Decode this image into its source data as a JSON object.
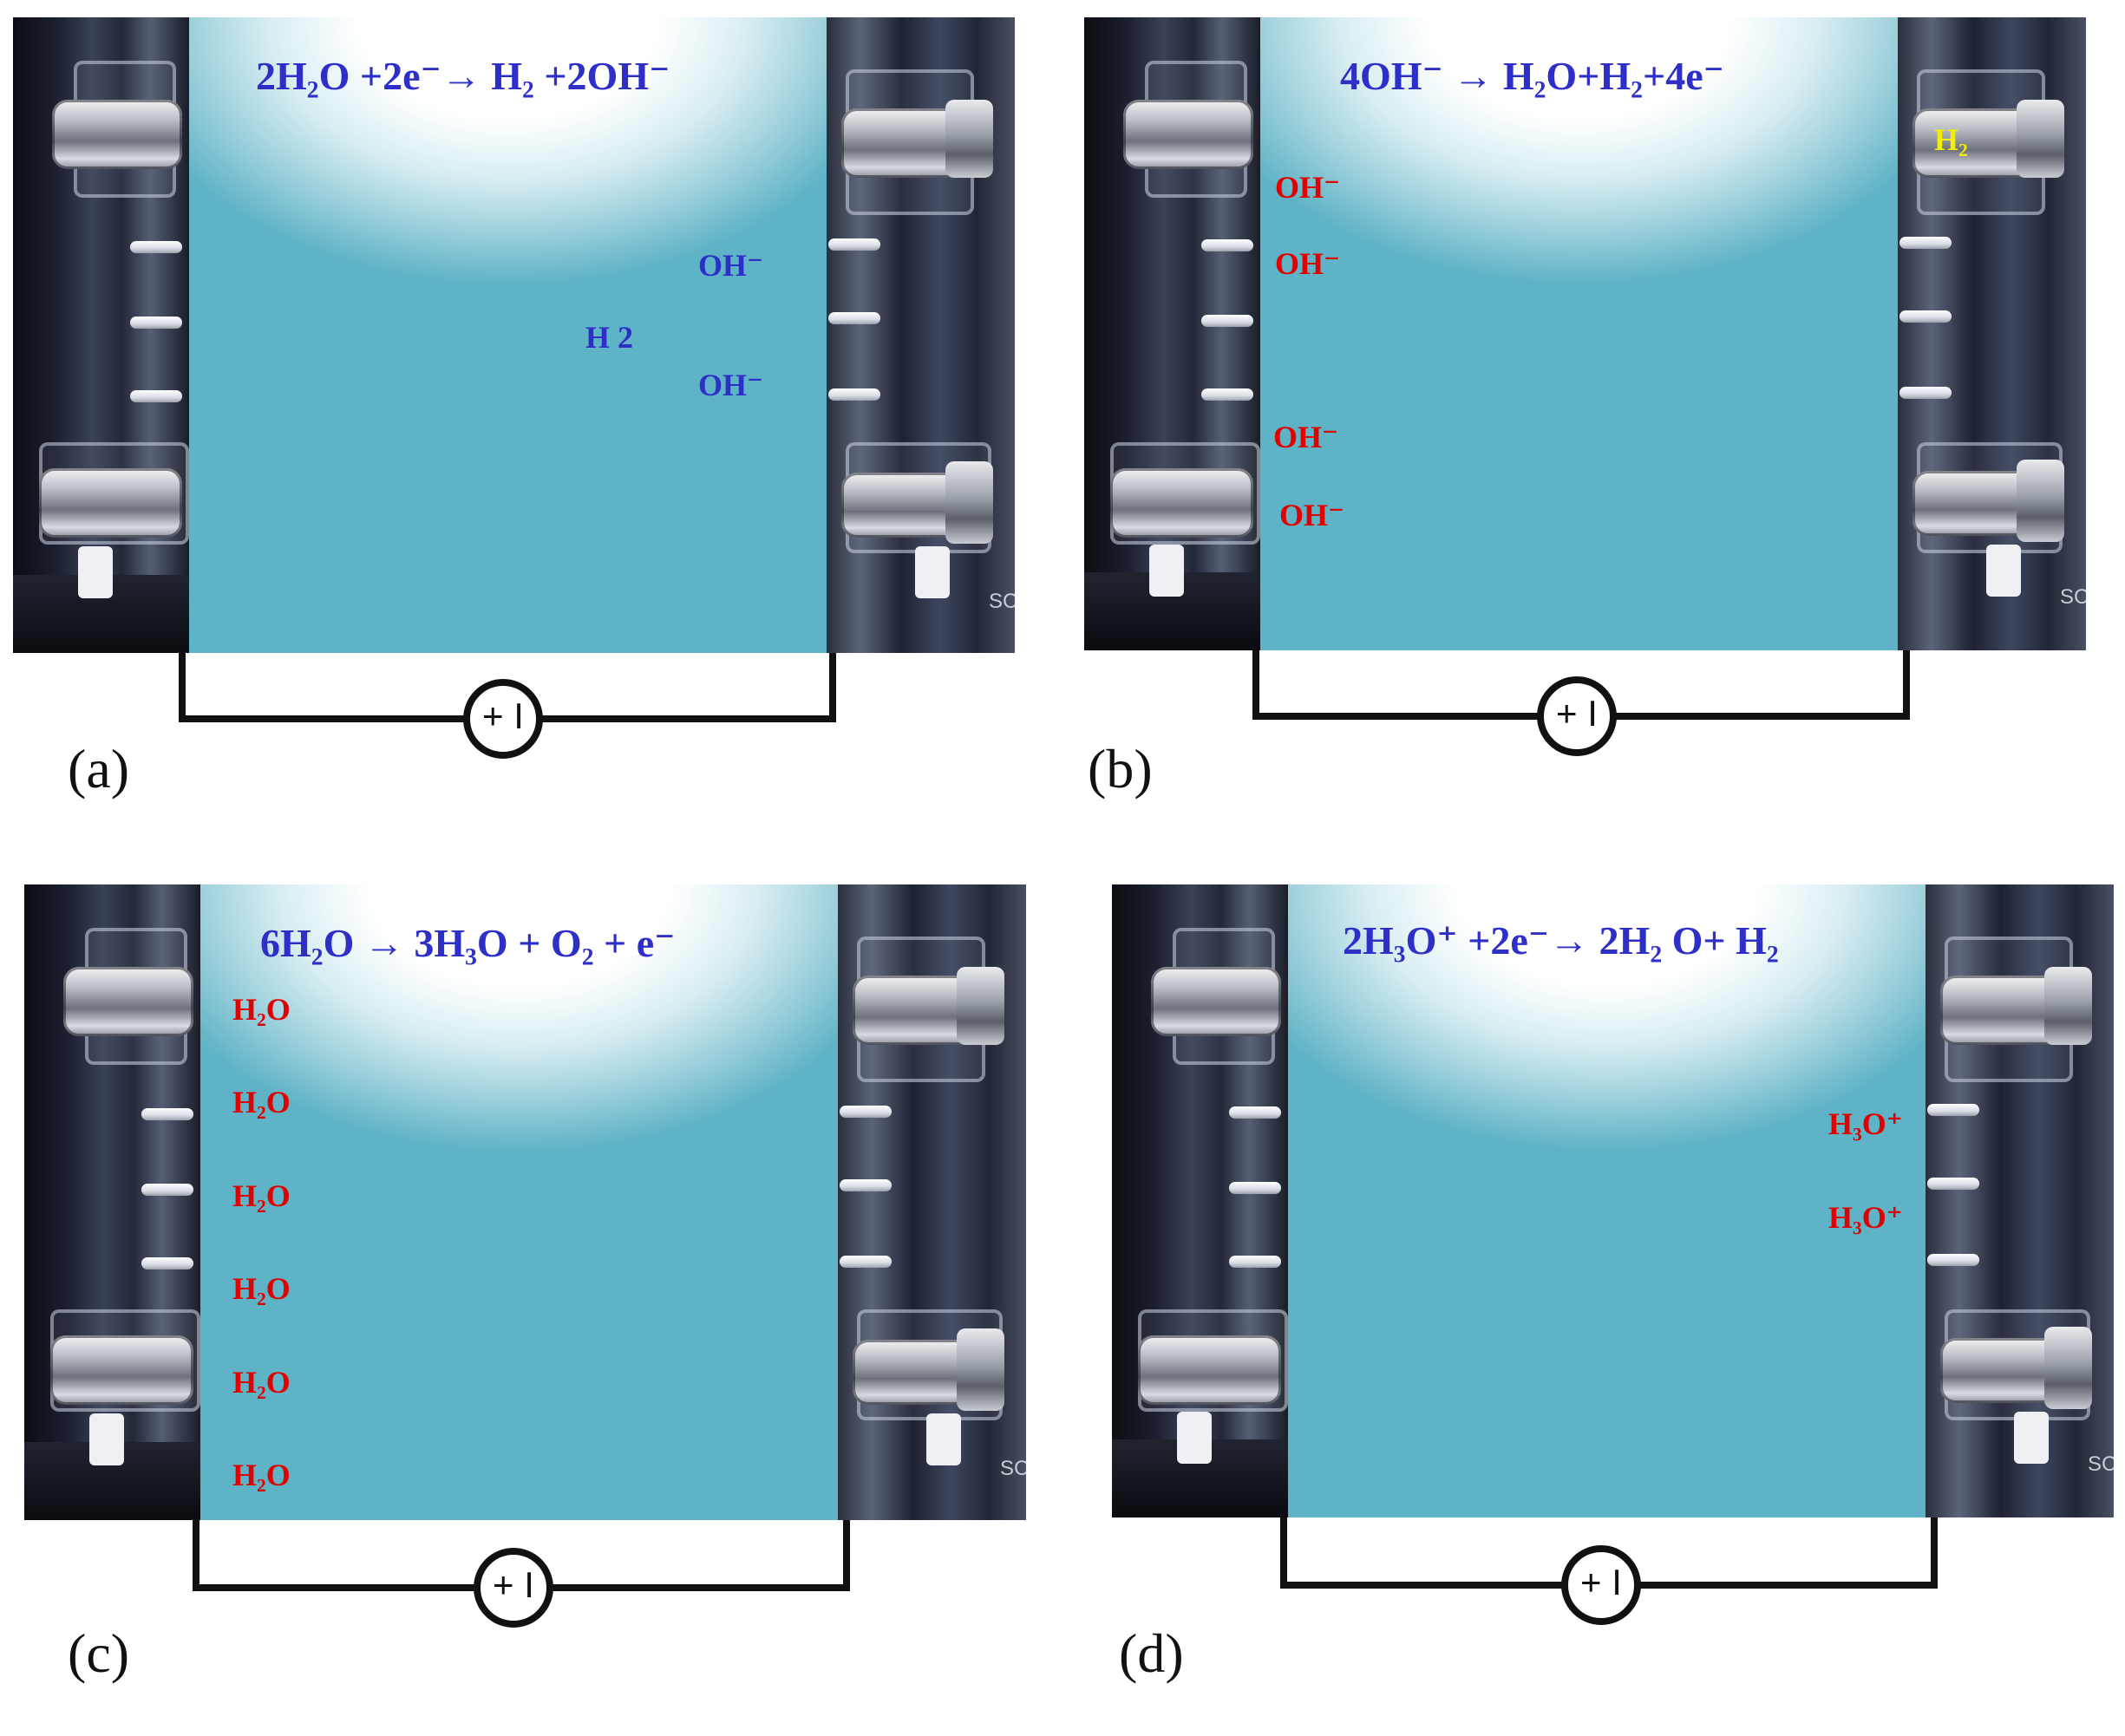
{
  "panels": {
    "a": {
      "label": "(a)",
      "equation": "2H₂O +2e⁻→ H₂ +2OH⁻",
      "species": [
        "OH⁻",
        "H 2",
        "OH⁻"
      ]
    },
    "b": {
      "label": "(b)",
      "equation": "4OH⁻ → H₂O+H₂+4e⁻",
      "species": [
        "OH⁻",
        "OH⁻",
        "OH⁻",
        "OH⁻",
        "H₂"
      ]
    },
    "c": {
      "label": "(c)",
      "equation": "6H₂O → 3H₃O + O₂ + e⁻",
      "species": [
        "H₂O",
        "H₂O",
        "H₂O",
        "H₂O",
        "H₂O",
        "H₂O"
      ]
    },
    "d": {
      "label": "(d)",
      "equation": "2H₃O⁺ +2e⁻→ 2H₂ O+ H₂",
      "species": [
        "H₃O⁺",
        "H₃O⁺"
      ]
    }
  },
  "source_symbol": "+ I",
  "photo_mark": "SC"
}
